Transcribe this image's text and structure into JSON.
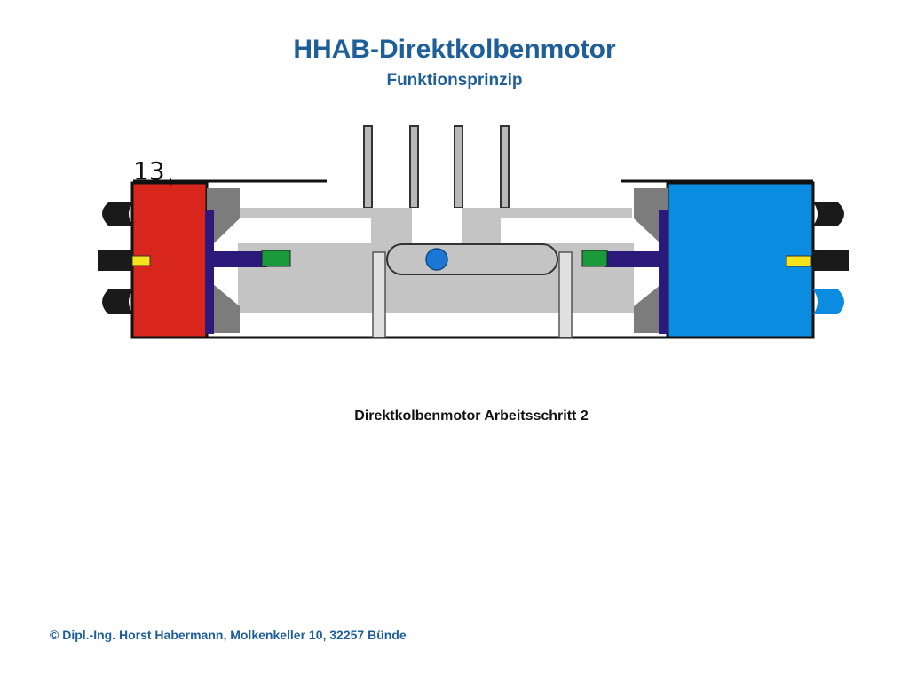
{
  "header": {
    "title": "HHAB-Direktkolbenmotor",
    "subtitle": "Funktionsprinzip"
  },
  "diagram": {
    "step_number": "13",
    "colors": {
      "left_cylinder": "#d9261c",
      "right_cylinder": "#0a8de0",
      "piston_rod": "#2b1a7a",
      "valve": "#1a9a3a",
      "indicator": "#f5e31c",
      "housing": "#c4c4c4",
      "bracket": "#7c7c7c",
      "connector": "#1a1a1a",
      "crank_pin": "#1a78d4"
    }
  },
  "caption": "Direktkolbenmotor Arbeitsschritt 2",
  "footer": "© Dipl.-Ing. Horst Habermann, Molkenkeller 10, 32257 Bünde"
}
